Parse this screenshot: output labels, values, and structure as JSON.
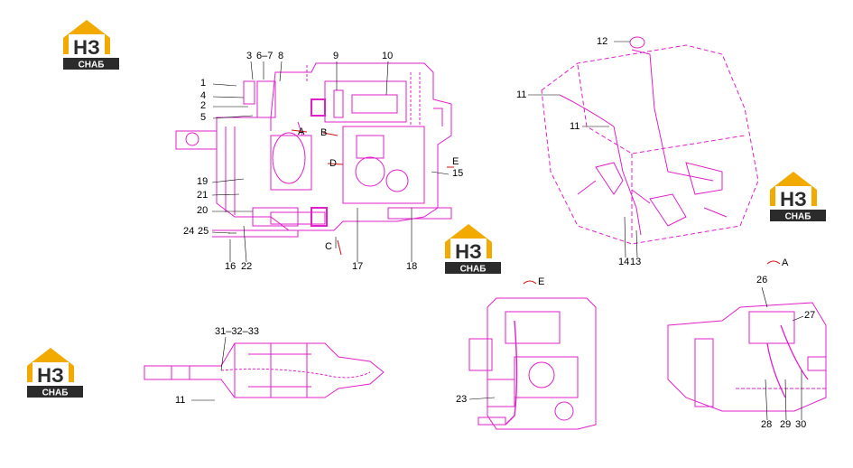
{
  "brand": {
    "logo_mark": "НЗ",
    "logo_word": "СНАБ",
    "colors": {
      "orange": "#f2a900",
      "dark": "#2b2b2b",
      "drawing": "#e020c8",
      "leader": "#000000"
    }
  },
  "view_labels": {
    "A": "A",
    "B": "B",
    "C": "C",
    "D": "D",
    "E": "E",
    "view_a": "A",
    "view_e": "E"
  },
  "callouts": {
    "n1": "1",
    "n2": "2",
    "n3": "3",
    "n4": "4",
    "n5": "5",
    "n6_7": "6–7",
    "n8": "8",
    "n9": "9",
    "n10": "10",
    "n11a": "11",
    "n11b": "11",
    "n11c": "11",
    "n12": "12",
    "n13": "13",
    "n14": "14",
    "n15": "15",
    "n16": "16",
    "n17": "17",
    "n18": "18",
    "n19": "19",
    "n20": "20",
    "n21": "21",
    "n22": "22",
    "n23": "23",
    "n24": "24",
    "n25": "25",
    "n26": "26",
    "n27": "27",
    "n28": "28",
    "n29": "29",
    "n30": "30",
    "n31_33": "31–32–33"
  }
}
